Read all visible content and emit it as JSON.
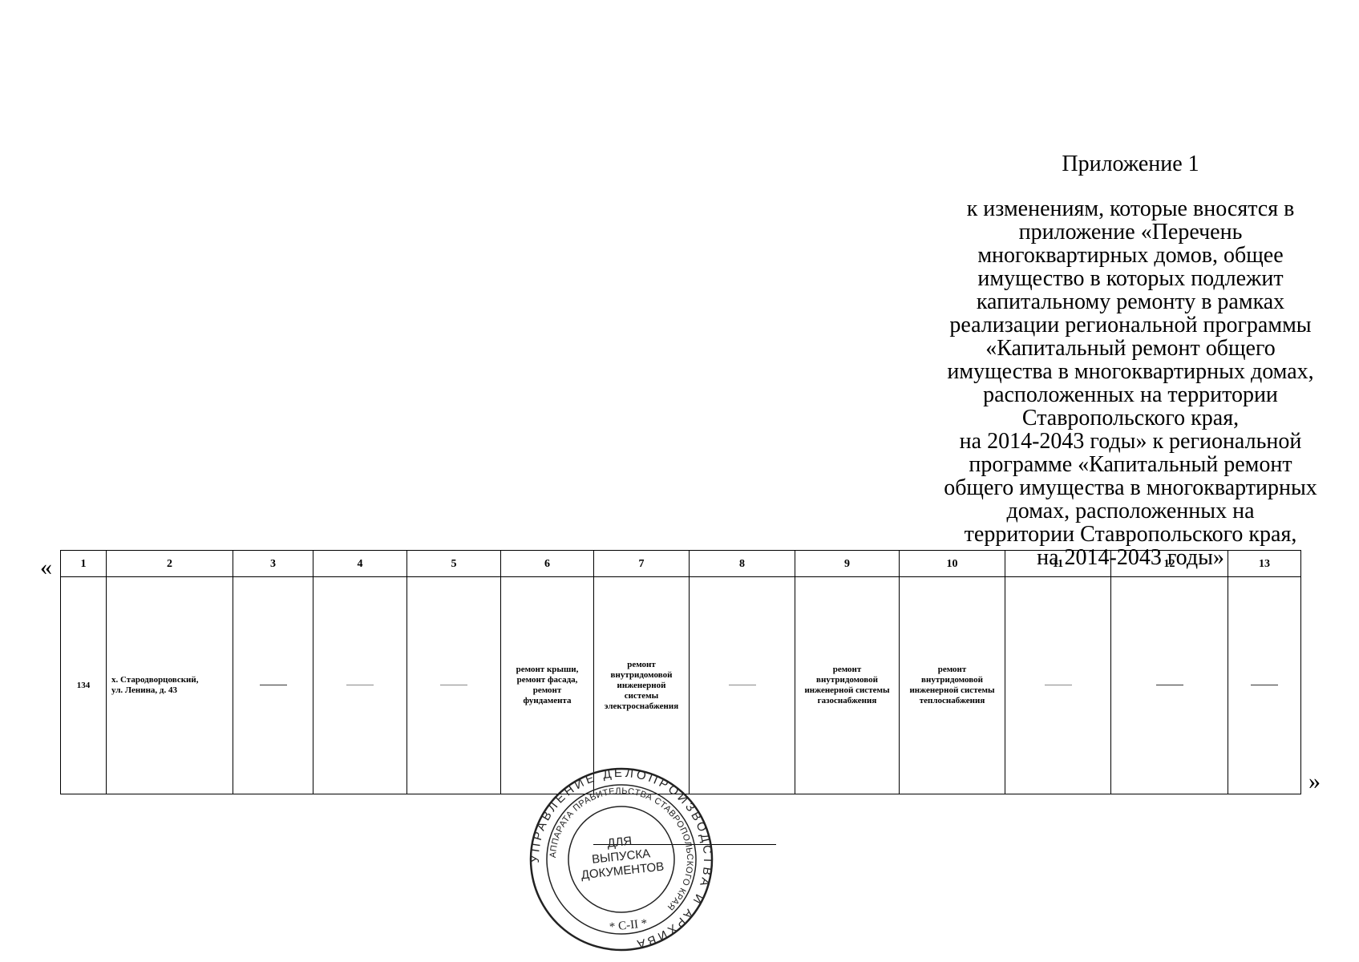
{
  "heading": {
    "title": "Приложение 1",
    "lines": [
      "к изменениям, которые вносятся в",
      "приложение «Перечень",
      "многоквартирных домов, общее",
      "имущество в которых подлежит",
      "капитальному ремонту в рамках",
      "реализации региональной программы",
      "«Капитальный ремонт общего",
      "имущества в многоквартирных домах,",
      "расположенных на территории",
      "Ставропольского края,",
      "на 2014-2043 годы» к региональной",
      "программе «Капитальный ремонт",
      "общего имущества в многоквартирных",
      "домах, расположенных на",
      "территории Ставропольского края,",
      "на 2014-2043 годы»"
    ]
  },
  "quotes": {
    "open": "«",
    "close": "»"
  },
  "table": {
    "headers": [
      "1",
      "2",
      "3",
      "4",
      "5",
      "6",
      "7",
      "8",
      "9",
      "10",
      "11",
      "12",
      "13"
    ],
    "row": {
      "num": "134",
      "address": [
        "х. Стародворцовский,",
        "ул. Ленина, д. 43"
      ],
      "work6": [
        "ремонт крыши,",
        "ремонт фасада,",
        "ремонт",
        "фундамента"
      ],
      "work7": [
        "ремонт",
        "внутридомовой",
        "инженерной",
        "системы",
        "электроснабжения"
      ],
      "work9": [
        "ремонт",
        "внутридомовой",
        "инженерной системы",
        "газоснабжения"
      ],
      "work10": [
        "ремонт",
        "внутридомовой",
        "инженерной системы",
        "теплоснабжения"
      ]
    }
  },
  "stamp": {
    "outer_text": "УПРАВЛЕНИЕ ДЕЛОПРОИЗВОДСТВА И АРХИВА",
    "inner_text": "АППАРАТА ПРАВИТЕЛЬСТВА СТАВРОПОЛЬСКОГО КРАЯ",
    "center": [
      "ДЛЯ",
      "ВЫПУСКА",
      "ДОКУМЕНТОВ"
    ],
    "bottom": "* С-II *"
  }
}
